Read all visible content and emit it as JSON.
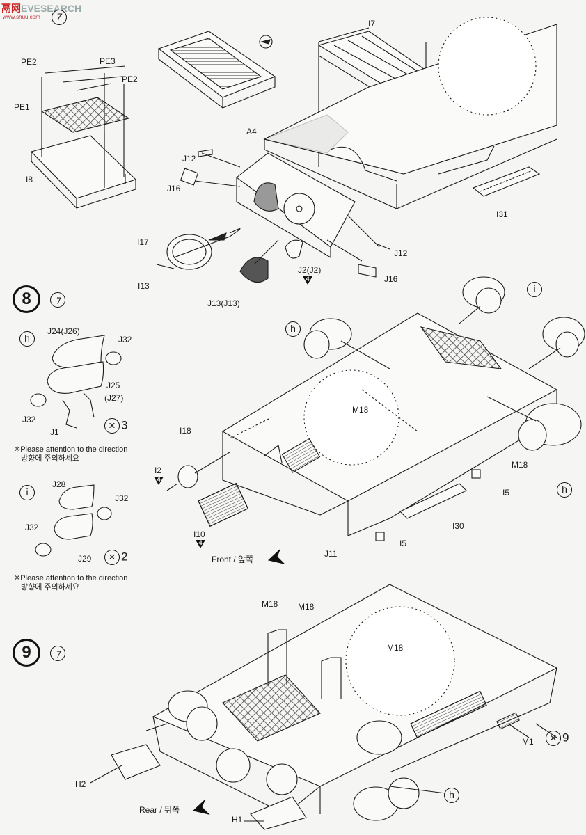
{
  "watermark": {
    "text_a": "鬲",
    "text_b": "网",
    "text_c": "EVESEARCH",
    "sub": "www.shuu.com"
  },
  "steps": {
    "s7": "7",
    "s8": "8",
    "s9": "9"
  },
  "subassemblies": {
    "h": "h",
    "i": "i"
  },
  "step7": {
    "labels": [
      "PE2",
      "PE3",
      "PE2",
      "PE1",
      "I8",
      "I7",
      "A4",
      "J12",
      "J16",
      "I17",
      "I13",
      "J13(J13)",
      "J2(J2)",
      "J12",
      "J16",
      "I31"
    ],
    "tri_num": "4"
  },
  "step8": {
    "h_labels": [
      "J24(J26)",
      "J32",
      "J25",
      "(J27)",
      "J32",
      "J1"
    ],
    "h_qty": "3",
    "i_labels": [
      "J28",
      "J32",
      "J32",
      "J29"
    ],
    "i_qty": "2",
    "note_en": "※Please attention to the direction",
    "note_kr": "방향에 주의하세요",
    "main_labels": [
      "I18",
      "I2",
      "I10",
      "M18",
      "M18",
      "I5",
      "I30",
      "I5",
      "J11"
    ],
    "tri_num": "4",
    "front": "Front / 앞쪽"
  },
  "step9": {
    "labels": [
      "M18",
      "M18",
      "M18",
      "M1",
      "H2",
      "H1"
    ],
    "qty": "9",
    "rear": "Rear / 뒤쪽"
  },
  "colors": {
    "ink": "#1a1a1a",
    "paper": "#f5f5f3",
    "mesh": "#444444"
  }
}
